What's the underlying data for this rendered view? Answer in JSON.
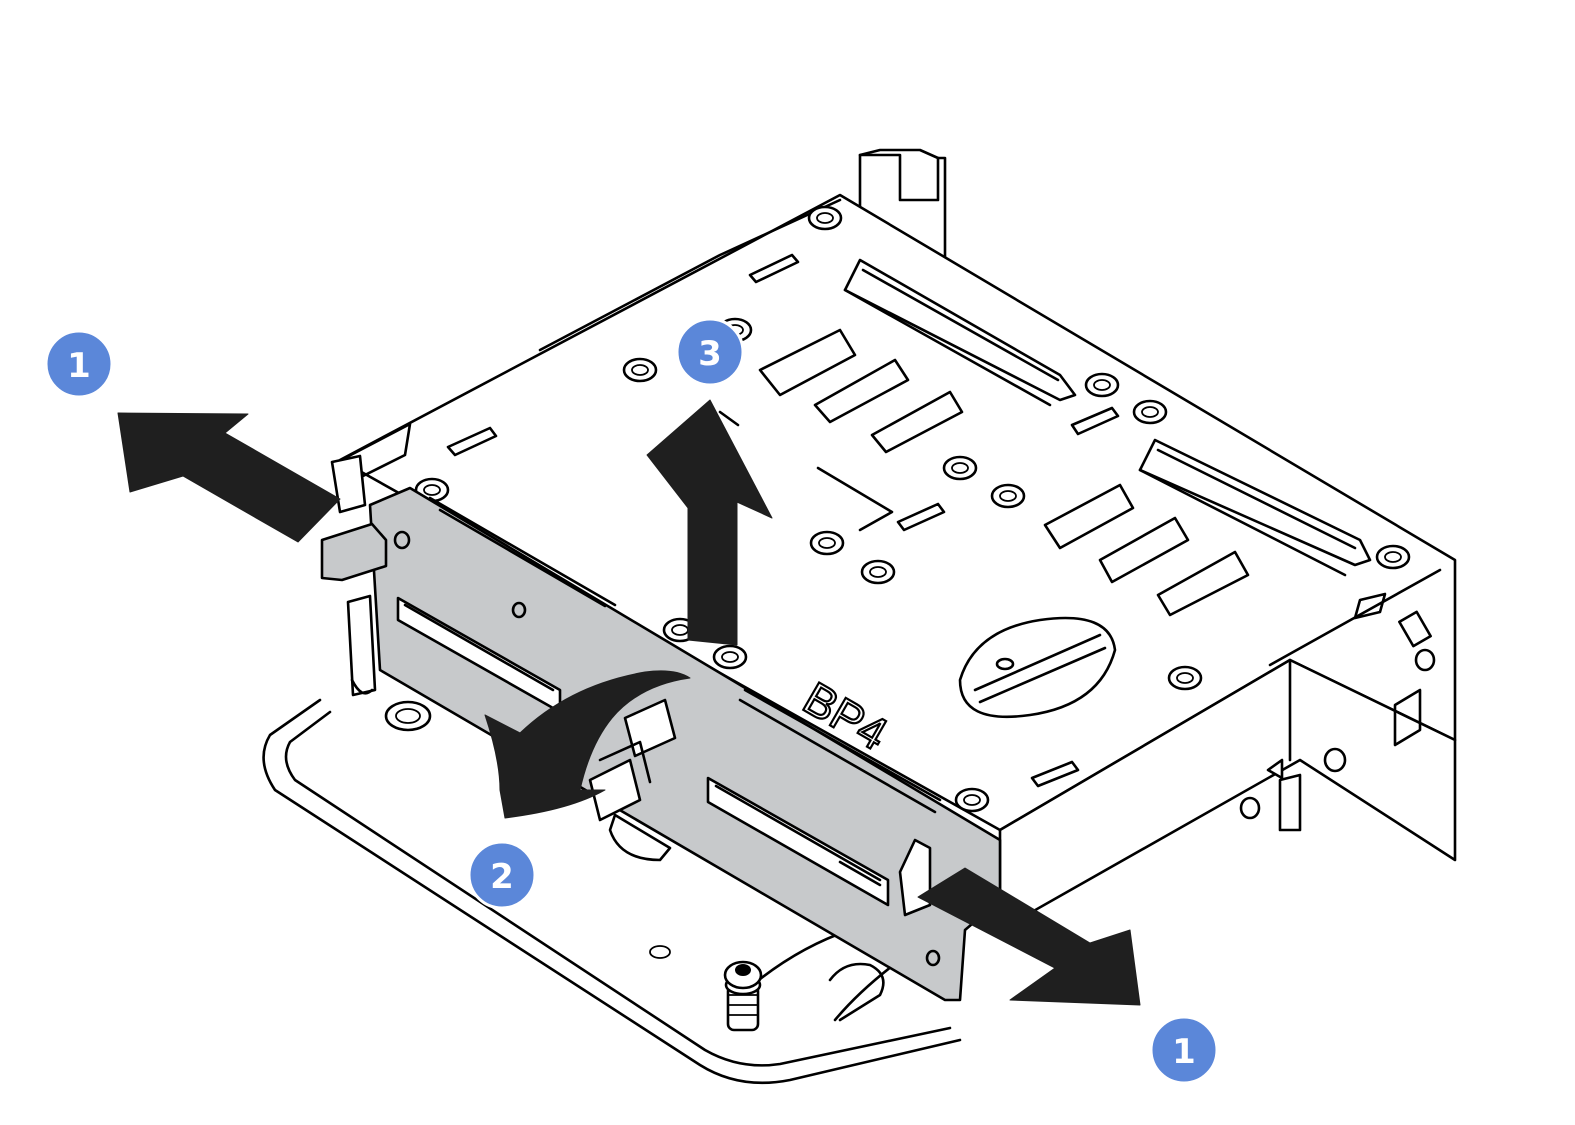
{
  "colors": {
    "callout": "#5b87d9",
    "arrow": "#1f1f1f",
    "backplane": "#c7c9cb",
    "outline": "#000000"
  },
  "board_label": "BP4",
  "callouts": [
    {
      "id": "callout-1-left",
      "number": "1"
    },
    {
      "id": "callout-2",
      "number": "2"
    },
    {
      "id": "callout-3",
      "number": "3"
    },
    {
      "id": "callout-1-right",
      "number": "1"
    }
  ],
  "icons": [
    "arrow-pull-left-icon",
    "arrow-pull-right-icon",
    "arrow-rotate-icon",
    "arrow-lift-up-icon"
  ]
}
